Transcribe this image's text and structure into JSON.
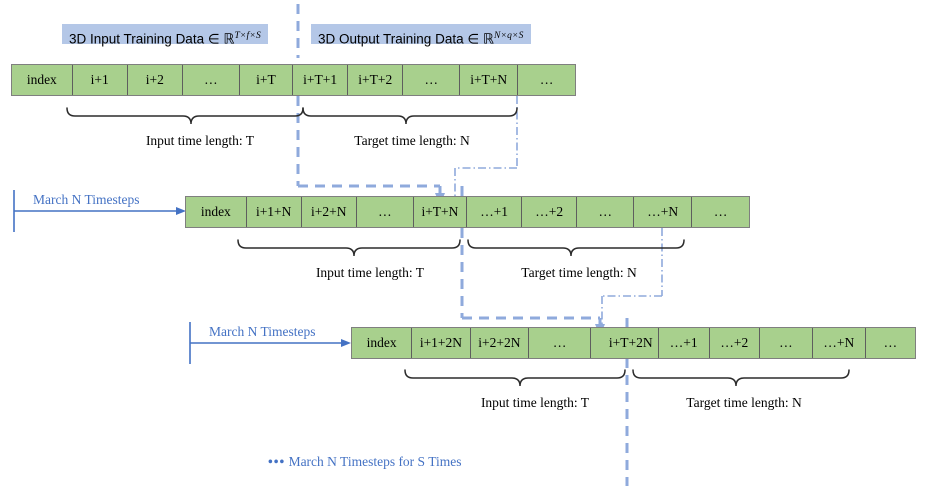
{
  "diagram": {
    "title": "Sliding-window construction of 3D training data",
    "colors": {
      "cell_fill": "#a8d08d",
      "cell_border": "#5e5e5e",
      "callout_bg": "#b4c7e7",
      "accent_blue": "#4472c4",
      "connector_blue": "#8faadc",
      "brace": "#2b2b2b"
    }
  },
  "callouts": {
    "input": {
      "prefix": "3D Input Training Data ∈",
      "symbol": "ℝ",
      "superscript": "T×f×S",
      "full": "3D Input Training Data ∈ ℝ^{T×f×S}"
    },
    "output": {
      "prefix": "3D Output Training Data ∈",
      "symbol": "ℝ",
      "superscript": "N×q×S",
      "full": "3D Output Training Data ∈ ℝ^{N×q×S}"
    }
  },
  "rows": [
    {
      "id": "row-1",
      "cells": [
        "index",
        "i+1",
        "i+2",
        "…",
        "i+T",
        "i+T+1",
        "i+T+2",
        "…",
        "i+T+N",
        "…"
      ],
      "input_caption": "Input time length: T",
      "target_caption": "Target time length: N"
    },
    {
      "id": "row-2",
      "march_label": "March N Timesteps",
      "cells": [
        "index",
        "i+1+N",
        "i+2+N",
        "…",
        "i+T+N",
        "…+1",
        "…+2",
        "…",
        "…+N",
        "…"
      ],
      "input_caption": "Input time length: T",
      "target_caption": "Target time length: N"
    },
    {
      "id": "row-3",
      "march_label": "March N Timesteps",
      "cells": [
        "index",
        "i+1+2N",
        "i+2+2N",
        "…",
        "i+T+2N",
        "…+1",
        "…+2",
        "…",
        "…+N",
        "…"
      ],
      "input_caption": "Input time length: T",
      "target_caption": "Target time length: N"
    }
  ],
  "legend": {
    "dots": "•••",
    "text": "March N Timesteps for S Times"
  }
}
